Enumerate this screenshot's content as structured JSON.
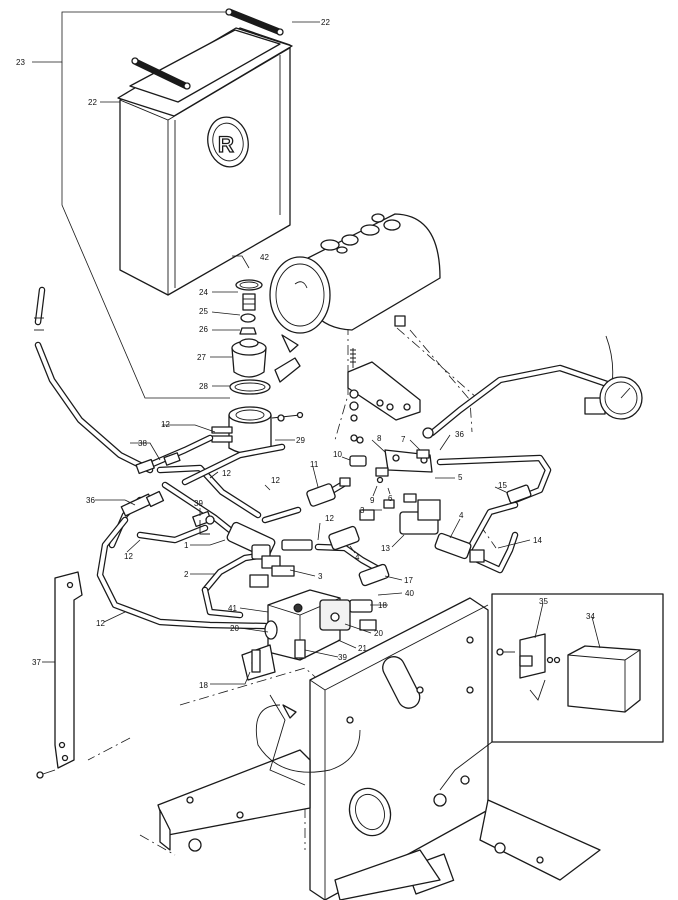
{
  "logo_letter": "R",
  "callouts": [
    {
      "id": "c23",
      "label": "23"
    },
    {
      "id": "c22a",
      "label": "22"
    },
    {
      "id": "c22b",
      "label": "22"
    },
    {
      "id": "c42",
      "label": "42"
    },
    {
      "id": "c24",
      "label": "24"
    },
    {
      "id": "c25",
      "label": "25"
    },
    {
      "id": "c26",
      "label": "26"
    },
    {
      "id": "c27",
      "label": "27"
    },
    {
      "id": "c28",
      "label": "28"
    },
    {
      "id": "c12a",
      "label": "12"
    },
    {
      "id": "c29",
      "label": "29"
    },
    {
      "id": "c38",
      "label": "38"
    },
    {
      "id": "c12b",
      "label": "12"
    },
    {
      "id": "c12c",
      "label": "12"
    },
    {
      "id": "c11",
      "label": "11"
    },
    {
      "id": "c10",
      "label": "10"
    },
    {
      "id": "c8",
      "label": "8"
    },
    {
      "id": "c7",
      "label": "7"
    },
    {
      "id": "c36a",
      "label": "36"
    },
    {
      "id": "c9",
      "label": "9"
    },
    {
      "id": "c6",
      "label": "6"
    },
    {
      "id": "c5",
      "label": "5"
    },
    {
      "id": "c15",
      "label": "15"
    },
    {
      "id": "c36b",
      "label": "36"
    },
    {
      "id": "c39a",
      "label": "39"
    },
    {
      "id": "c12d",
      "label": "12"
    },
    {
      "id": "c3a",
      "label": "3"
    },
    {
      "id": "c13",
      "label": "13"
    },
    {
      "id": "c4a",
      "label": "4"
    },
    {
      "id": "c14",
      "label": "14"
    },
    {
      "id": "c1",
      "label": "1"
    },
    {
      "id": "c12e",
      "label": "12"
    },
    {
      "id": "c4b",
      "label": "4"
    },
    {
      "id": "c2",
      "label": "2"
    },
    {
      "id": "c3b",
      "label": "3"
    },
    {
      "id": "c17",
      "label": "17"
    },
    {
      "id": "c40",
      "label": "40"
    },
    {
      "id": "c41",
      "label": "41"
    },
    {
      "id": "c18a",
      "label": "18"
    },
    {
      "id": "c12f",
      "label": "12"
    },
    {
      "id": "c20a",
      "label": "20"
    },
    {
      "id": "c20b",
      "label": "20"
    },
    {
      "id": "c21",
      "label": "21"
    },
    {
      "id": "c39b",
      "label": "39"
    },
    {
      "id": "c18b",
      "label": "18"
    },
    {
      "id": "c37",
      "label": "37"
    },
    {
      "id": "c35",
      "label": "35"
    },
    {
      "id": "c34",
      "label": "34"
    }
  ]
}
